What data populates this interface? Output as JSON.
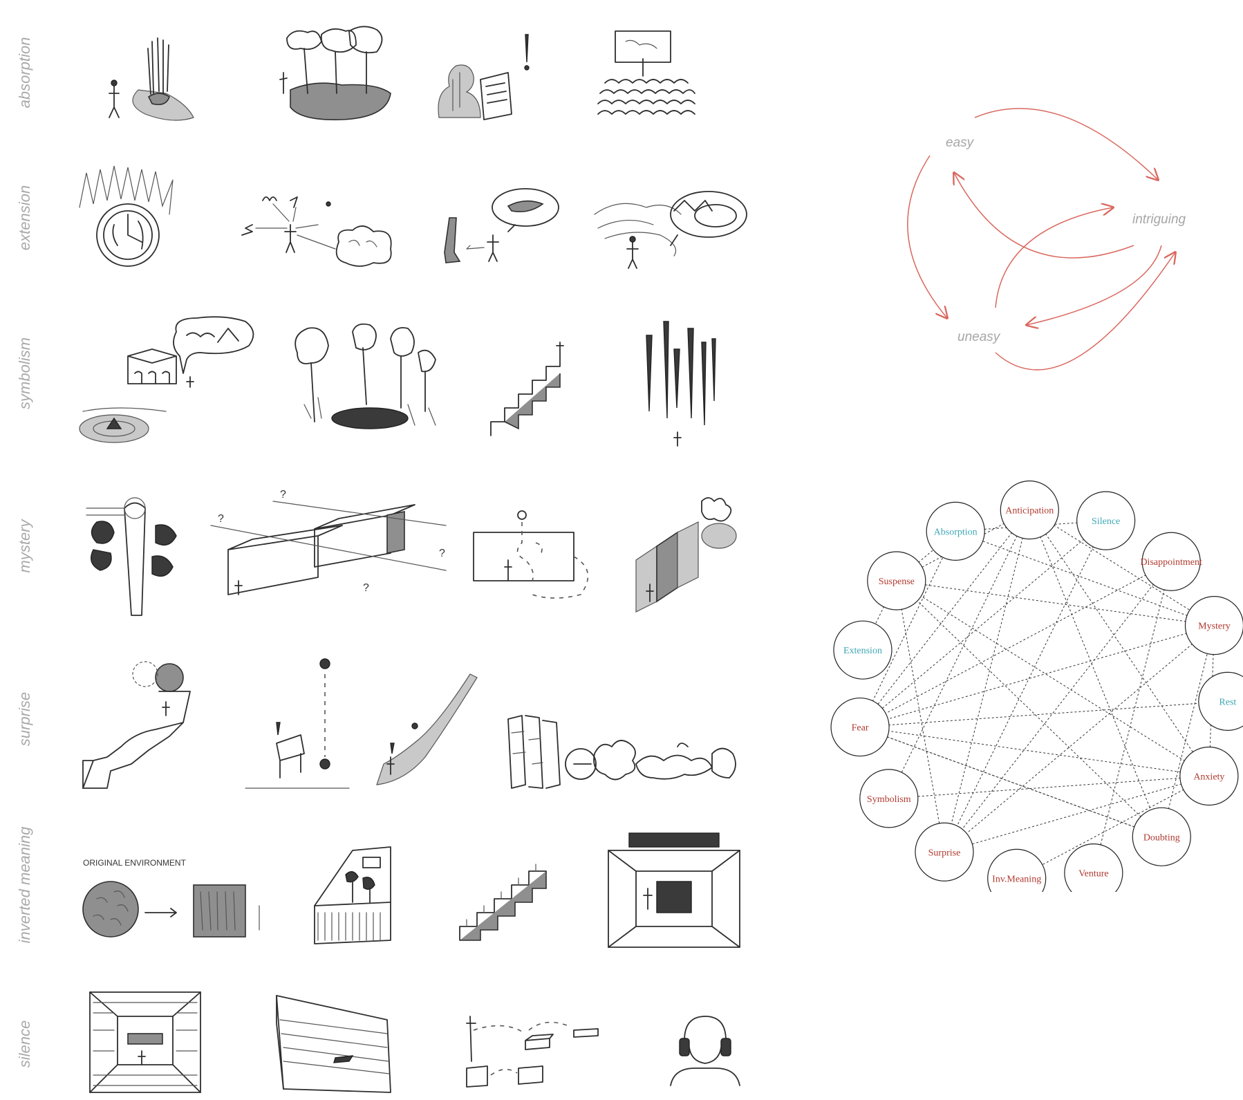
{
  "row_labels": [
    "absorption",
    "extension",
    "symbolism",
    "mystery",
    "surprise",
    "inverted meaning",
    "silence"
  ],
  "sketch_annotations": {
    "original_environment": "ORIGINAL ENVIRONMENT"
  },
  "cycle_diagram": {
    "nodes": [
      "easy",
      "intriguing",
      "uneasy"
    ],
    "edge_color": "#d9685f",
    "label_color": "#a6a6a6"
  },
  "network_diagram": {
    "colors": {
      "red": "#b03a30",
      "teal": "#3fa7b5",
      "edge": "#333333"
    },
    "nodes": [
      {
        "label": "Anticipation",
        "color": "red"
      },
      {
        "label": "Silence",
        "color": "teal"
      },
      {
        "label": "Disappointment",
        "color": "red"
      },
      {
        "label": "Mystery",
        "color": "red"
      },
      {
        "label": "Rest",
        "color": "teal"
      },
      {
        "label": "Anxiety",
        "color": "red"
      },
      {
        "label": "Doubting",
        "color": "red"
      },
      {
        "label": "Venture",
        "color": "red"
      },
      {
        "label": "Inv.Meaning",
        "color": "red"
      },
      {
        "label": "Surprise",
        "color": "red"
      },
      {
        "label": "Symbolism",
        "color": "red"
      },
      {
        "label": "Fear",
        "color": "red"
      },
      {
        "label": "Extension",
        "color": "teal"
      },
      {
        "label": "Suspense",
        "color": "red"
      },
      {
        "label": "Absorption",
        "color": "teal"
      }
    ],
    "edges": [
      [
        "Anticipation",
        "Suspense"
      ],
      [
        "Anticipation",
        "Fear"
      ],
      [
        "Anticipation",
        "Surprise"
      ],
      [
        "Anticipation",
        "Doubting"
      ],
      [
        "Anticipation",
        "Anxiety"
      ],
      [
        "Anticipation",
        "Mystery"
      ],
      [
        "Anticipation",
        "Symbolism"
      ],
      [
        "Silence",
        "Absorption"
      ],
      [
        "Silence",
        "Fear"
      ],
      [
        "Silence",
        "Surprise"
      ],
      [
        "Disappointment",
        "Fear"
      ],
      [
        "Disappointment",
        "Surprise"
      ],
      [
        "Disappointment",
        "Venture"
      ],
      [
        "Mystery",
        "Suspense"
      ],
      [
        "Mystery",
        "Fear"
      ],
      [
        "Mystery",
        "Surprise"
      ],
      [
        "Mystery",
        "Absorption"
      ],
      [
        "Mystery",
        "Anxiety"
      ],
      [
        "Anxiety",
        "Fear"
      ],
      [
        "Anxiety",
        "Suspense"
      ],
      [
        "Anxiety",
        "Surprise"
      ],
      [
        "Anxiety",
        "Inv.Meaning"
      ],
      [
        "Anxiety",
        "Symbolism"
      ],
      [
        "Doubting",
        "Fear"
      ],
      [
        "Doubting",
        "Suspense"
      ],
      [
        "Doubting",
        "Mystery"
      ],
      [
        "Suspense",
        "Extension"
      ],
      [
        "Suspense",
        "Surprise"
      ],
      [
        "Suspense",
        "Absorption"
      ],
      [
        "Fear",
        "Absorption"
      ],
      [
        "Fear",
        "Rest"
      ],
      [
        "Fear",
        "Doubting"
      ]
    ]
  }
}
